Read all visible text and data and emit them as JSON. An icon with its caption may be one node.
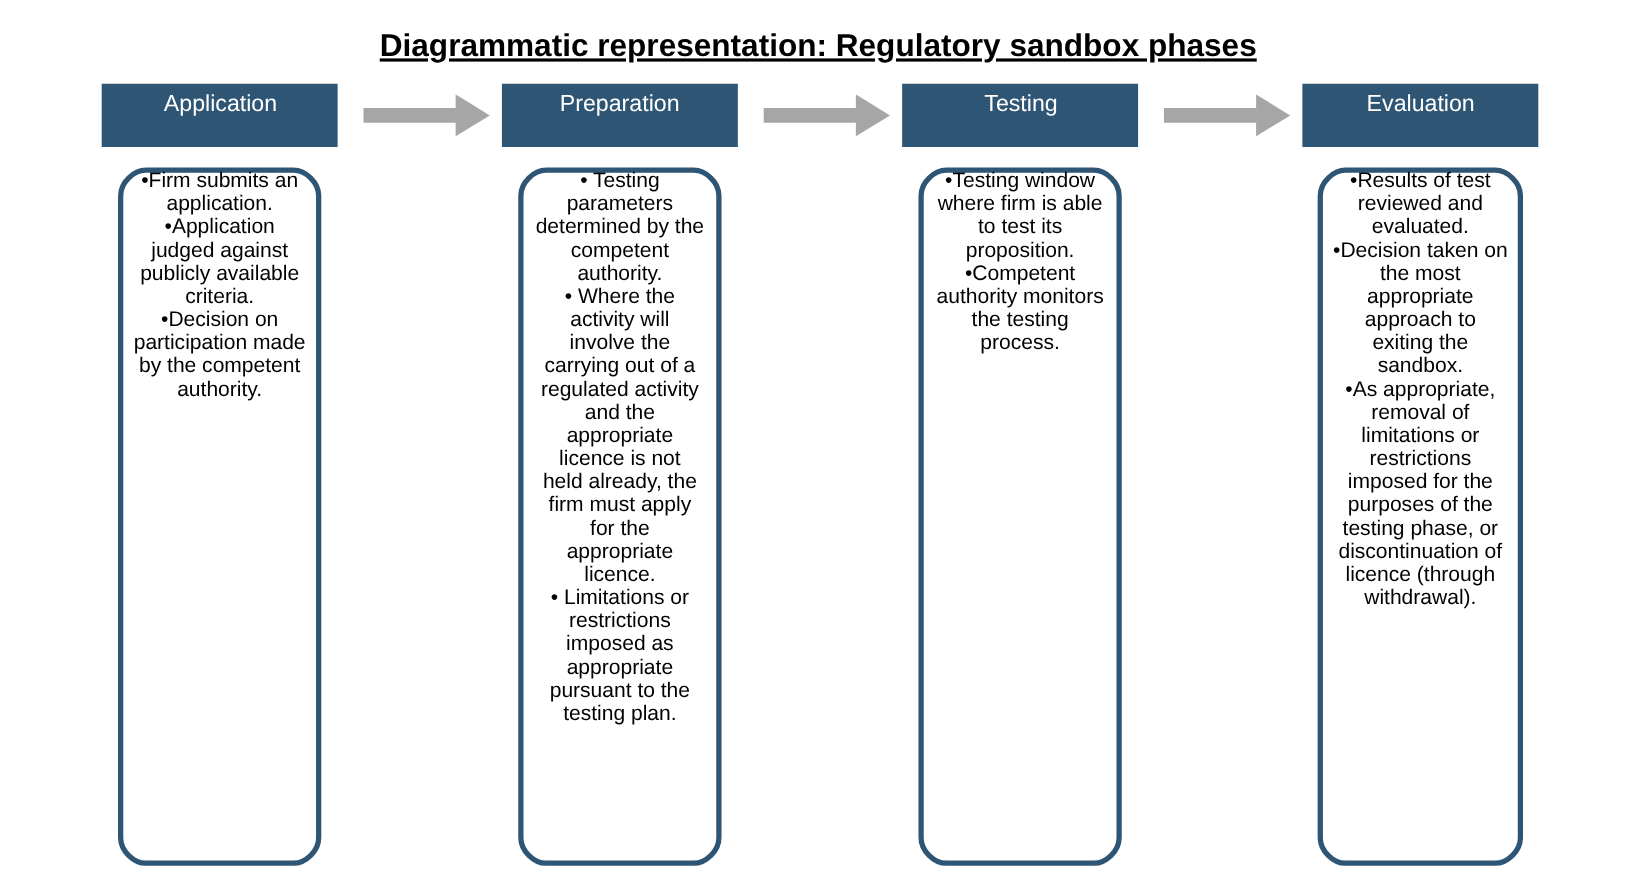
{
  "diagram": {
    "title": "Diagrammatic representation: Regulatory sandbox phases",
    "nodes": [
      {
        "text": [
          "Application"
        ]
      },
      {
        "text": [
          "•Firm submits an application.",
          "•Application judged against publicly available criteria.",
          "•Decision on participation made by the competent authority."
        ]
      },
      {
        "text": [
          "Preparation"
        ]
      },
      {
        "text": [
          "• Testing parameters determined by the competent authority.",
          "• Where the activity will involve the carrying out of a regulated activity and the appropriate licence is not held already, the firm must apply for the appropriate licence.",
          "• Limitations or restrictions imposed as appropriate pursuant to the testing plan."
        ]
      },
      {
        "text": [
          "Testing"
        ]
      },
      {
        "text": [
          "•Testing window where firm is able to test its proposition.",
          "•Competent authority monitors the testing process."
        ]
      },
      {
        "text": [
          "Evaluation"
        ]
      },
      {
        "text": [
          "•Results of test reviewed and evaluated.",
          "•Decision taken on the most appropriate approach to exiting the sandbox.",
          "•As appropriate, removal of limitations or restrictions imposed for the purposes of the testing phase, or discontinuation of licence (through withdrawal)."
        ]
      }
    ],
    "edges": [
      {
        "from": 0,
        "to": 2,
        "arrow": "to"
      },
      {
        "from": 2,
        "to": 4,
        "arrow": "to"
      },
      {
        "from": 4,
        "to": 6,
        "arrow": "to"
      }
    ]
  }
}
